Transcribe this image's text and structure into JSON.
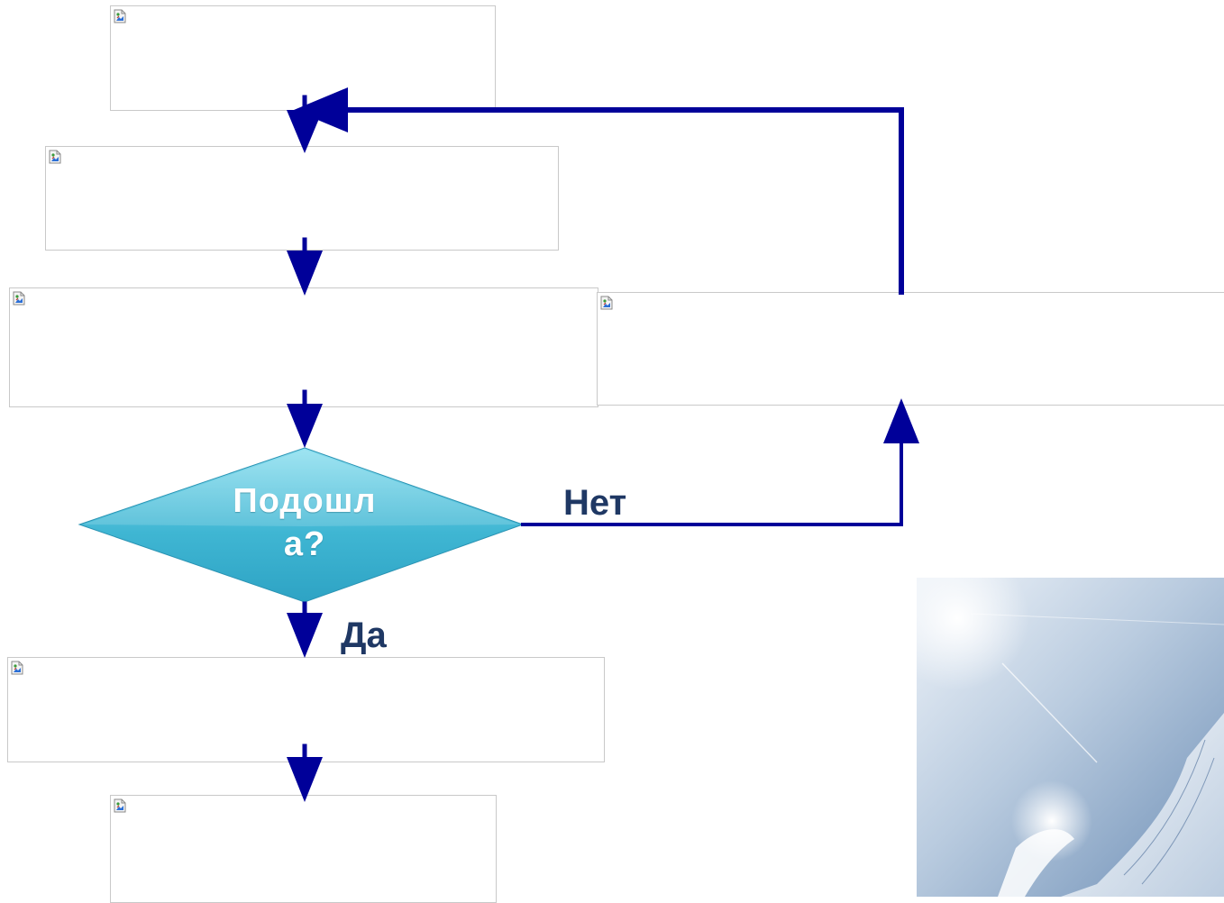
{
  "decision": {
    "text_line1": "Подошл",
    "text_line2": "а?"
  },
  "labels": {
    "no": "Нет",
    "yes": "Да"
  },
  "colors": {
    "arrow": "#000099",
    "diamond_light": "#8fe0f0",
    "diamond_dark": "#2ea3c4",
    "label_text": "#1f3864",
    "box_border": "#c9c9c9"
  },
  "icons": {
    "image_placeholder": "broken-image-icon",
    "arrowhead": "arrowhead-icon"
  }
}
